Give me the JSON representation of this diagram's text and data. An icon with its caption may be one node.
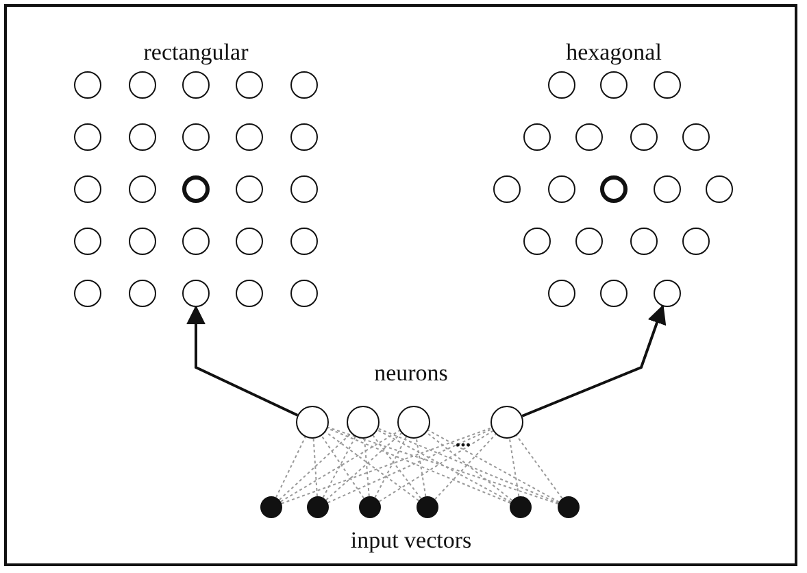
{
  "diagram": {
    "nodes": [
      {
        "text": [],
        "shape": "circle"
      },
      {
        "text": [],
        "shape": "circle"
      },
      {
        "text": [],
        "shape": "circle"
      },
      {
        "text": [],
        "shape": "circle"
      },
      {
        "text": [],
        "shape": "circle"
      },
      {
        "text": [],
        "shape": "circle"
      },
      {
        "text": [],
        "shape": "circle"
      },
      {
        "text": [],
        "shape": "circle"
      },
      {
        "text": [],
        "shape": "circle"
      },
      {
        "text": [],
        "shape": "circle"
      },
      {
        "text": [],
        "shape": "circle"
      },
      {
        "text": [],
        "shape": "circle"
      }
    ],
    "edges": [
      {
        "from": 2,
        "to": 0,
        "arrow": "to",
        "color": "#111111"
      },
      {
        "from": 5,
        "to": 1,
        "arrow": "to",
        "color": "#111111"
      },
      {
        "from": 6,
        "to": 2,
        "arrow": "none",
        "style": "dashed",
        "color": "#999999"
      },
      {
        "from": 6,
        "to": 3,
        "arrow": "none",
        "style": "dashed",
        "color": "#999999"
      },
      {
        "from": 6,
        "to": 4,
        "arrow": "none",
        "style": "dashed",
        "color": "#999999"
      },
      {
        "from": 6,
        "to": 5,
        "arrow": "none",
        "style": "dashed",
        "color": "#999999"
      },
      {
        "from": 7,
        "to": 2,
        "arrow": "none",
        "style": "dashed",
        "color": "#999999"
      },
      {
        "from": 7,
        "to": 3,
        "arrow": "none",
        "style": "dashed",
        "color": "#999999"
      },
      {
        "from": 7,
        "to": 4,
        "arrow": "none",
        "style": "dashed",
        "color": "#999999"
      },
      {
        "from": 7,
        "to": 5,
        "arrow": "none",
        "style": "dashed",
        "color": "#999999"
      },
      {
        "from": 8,
        "to": 2,
        "arrow": "none",
        "style": "dashed",
        "color": "#999999"
      },
      {
        "from": 8,
        "to": 3,
        "arrow": "none",
        "style": "dashed",
        "color": "#999999"
      },
      {
        "from": 8,
        "to": 4,
        "arrow": "none",
        "style": "dashed",
        "color": "#999999"
      },
      {
        "from": 8,
        "to": 5,
        "arrow": "none",
        "style": "dashed",
        "color": "#999999"
      },
      {
        "from": 9,
        "to": 2,
        "arrow": "none",
        "style": "dashed",
        "color": "#999999"
      },
      {
        "from": 9,
        "to": 3,
        "arrow": "none",
        "style": "dashed",
        "color": "#999999"
      },
      {
        "from": 9,
        "to": 4,
        "arrow": "none",
        "style": "dashed",
        "color": "#999999"
      },
      {
        "from": 9,
        "to": 5,
        "arrow": "none",
        "style": "dashed",
        "color": "#999999"
      },
      {
        "from": 10,
        "to": 2,
        "arrow": "none",
        "style": "dashed",
        "color": "#999999"
      },
      {
        "from": 10,
        "to": 3,
        "arrow": "none",
        "style": "dashed",
        "color": "#999999"
      },
      {
        "from": 10,
        "to": 4,
        "arrow": "none",
        "style": "dashed",
        "color": "#999999"
      },
      {
        "from": 10,
        "to": 5,
        "arrow": "none",
        "style": "dashed",
        "color": "#999999"
      },
      {
        "from": 11,
        "to": 2,
        "arrow": "none",
        "style": "dashed",
        "color": "#999999"
      },
      {
        "from": 11,
        "to": 3,
        "arrow": "none",
        "style": "dashed",
        "color": "#999999"
      },
      {
        "from": 11,
        "to": 4,
        "arrow": "none",
        "style": "dashed",
        "color": "#999999"
      },
      {
        "from": 11,
        "to": 5,
        "arrow": "none",
        "style": "dashed",
        "color": "#999999"
      }
    ],
    "labels": [
      "rectangular",
      "hexagonal",
      "neurons",
      "...",
      "input vectors"
    ]
  }
}
